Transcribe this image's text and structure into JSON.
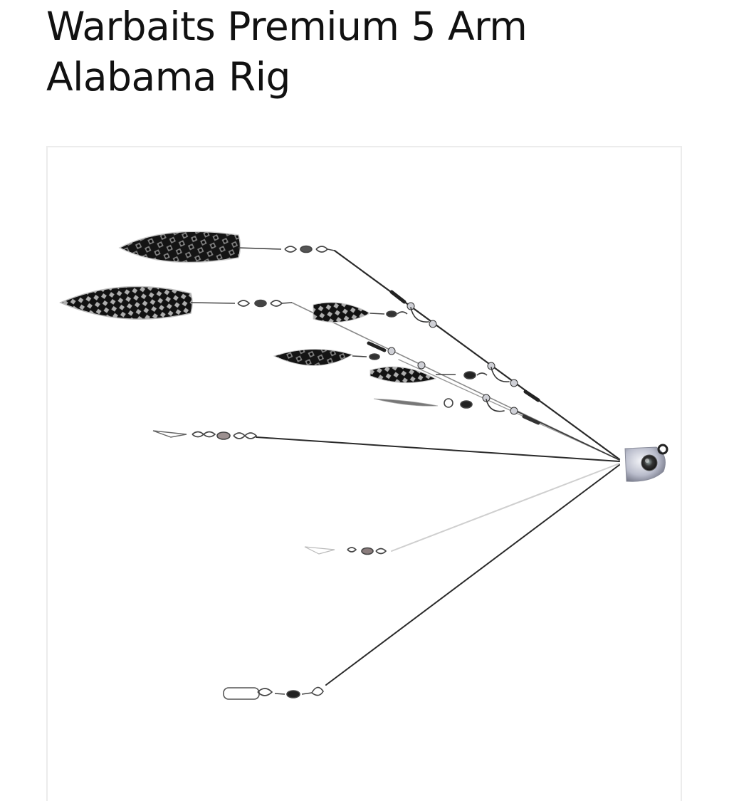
{
  "product": {
    "title": "Warbaits Premium 5 Arm Alabama Rig",
    "image": {
      "alt": "Warbaits Premium 5 Arm Alabama Rig",
      "subject": "5-arm umbrella rig with chrome willow-leaf blades, swivels and snaps",
      "icon": "product-photo"
    }
  },
  "colors": {
    "background": "#ffffff",
    "title_text": "#111111",
    "frame_border": "#ececec",
    "wire_dark": "#2a2a2a",
    "wire_light": "#c8c8c8",
    "blade_dark": "#151515",
    "blade_highlight": "#e8e8e8"
  }
}
